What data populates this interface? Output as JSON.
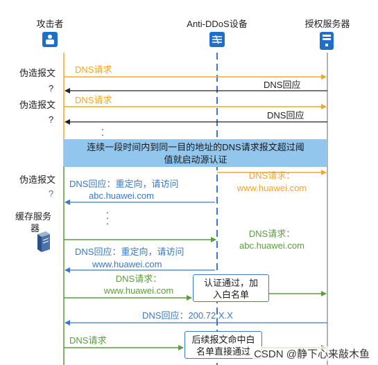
{
  "actors": {
    "attacker": "攻击者",
    "device": "Anti-DDoS设备",
    "server": "授权服务器",
    "cache": "缓存服务器"
  },
  "left_labels": {
    "forged": "伪造报文",
    "question": "?"
  },
  "messages": {
    "dns_request": "DNS请求",
    "dns_reply": "DNS回应",
    "req_colon": "DNS请求：",
    "redirect1_line1": "DNS回应：重定向，请访问",
    "redirect1_line2": "abc.huawei.com",
    "redirect2_line1": "DNS回应：重定向，请访问",
    "redirect2_line2": "www.huawei.com",
    "host_www": "www.huawei.com",
    "host_abc": "abc.huawei.com",
    "final_reply": "DNS回应：200.72.X.X"
  },
  "banner": {
    "line1": "连续一段时间内到同一目的地址的DNS请求报文超过阈",
    "line2": "值就启动源认证"
  },
  "notes": {
    "auth_line1": "认证通过，加",
    "auth_line2": "入白名单",
    "follow_line1": "后续报文命中白",
    "follow_line2": "名单直接通过"
  },
  "watermark": "CSDN @静下心来敲木鱼",
  "colors": {
    "orange": "#f5a623",
    "black": "#222222",
    "blue": "#3a78c9",
    "green": "#5a9e3a",
    "banner": "#93c6ec",
    "icon": "#1f6fc6"
  }
}
